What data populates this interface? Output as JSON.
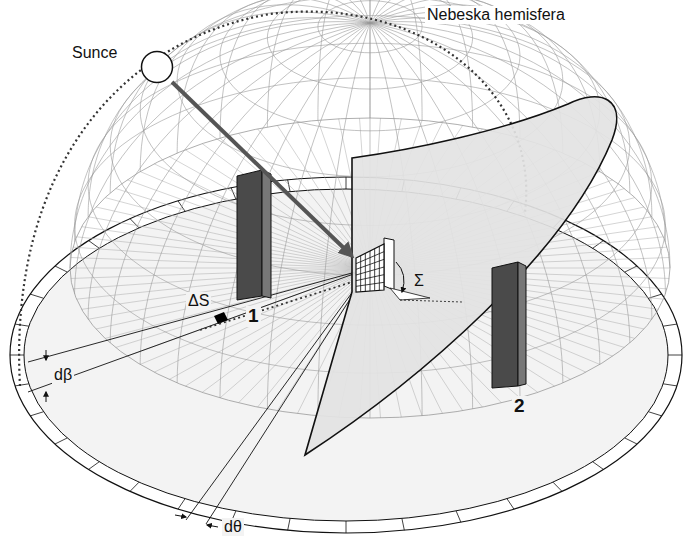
{
  "diagram": {
    "nodes": [
      {
        "text": [
          "Sunce"
        ]
      }
    ],
    "labels": [
      "Nebeska hemisfera",
      "1",
      "ΔS",
      "dβ",
      "dθ",
      "Σ",
      "2"
    ]
  }
}
